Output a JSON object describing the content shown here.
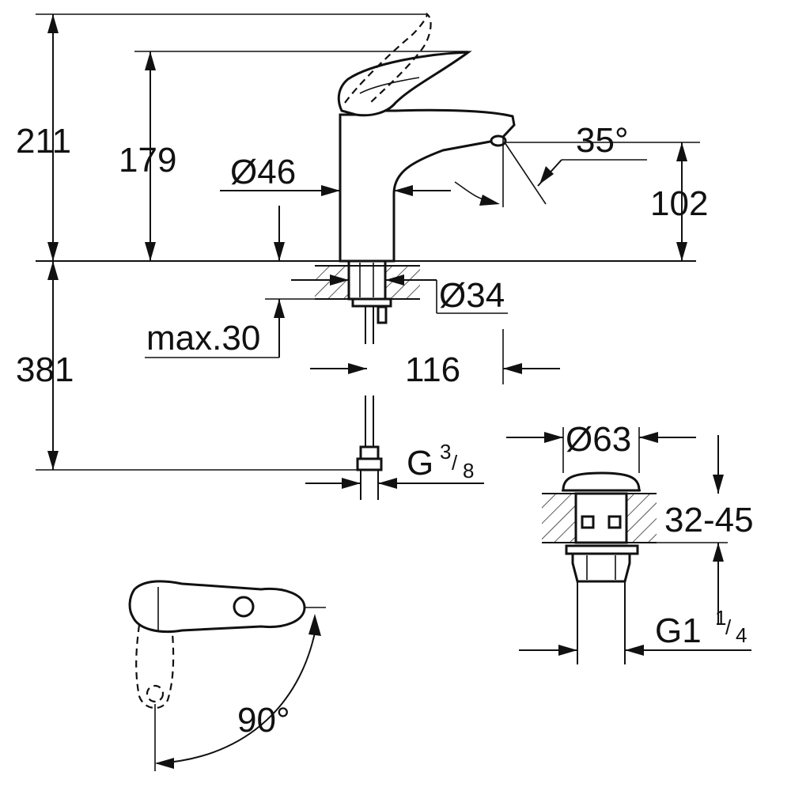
{
  "colors": {
    "line": "#111111",
    "background": "#ffffff"
  },
  "dimensions": {
    "height_total": "211",
    "height_spout": "179",
    "body_diameter": "Ø46",
    "spout_angle": "35°",
    "spout_height": "102",
    "shank_diameter": "Ø34",
    "max_thickness": "max.30",
    "below_deck": "381",
    "projection": "116",
    "connection_thread_main": "G",
    "connection_thread_num": "3",
    "connection_thread_den": "8",
    "waste_diameter": "Ø63",
    "waste_range": "32-45",
    "waste_thread_main": "G1",
    "waste_thread_num": "1",
    "waste_thread_den": "4",
    "lever_rotation": "90°"
  }
}
